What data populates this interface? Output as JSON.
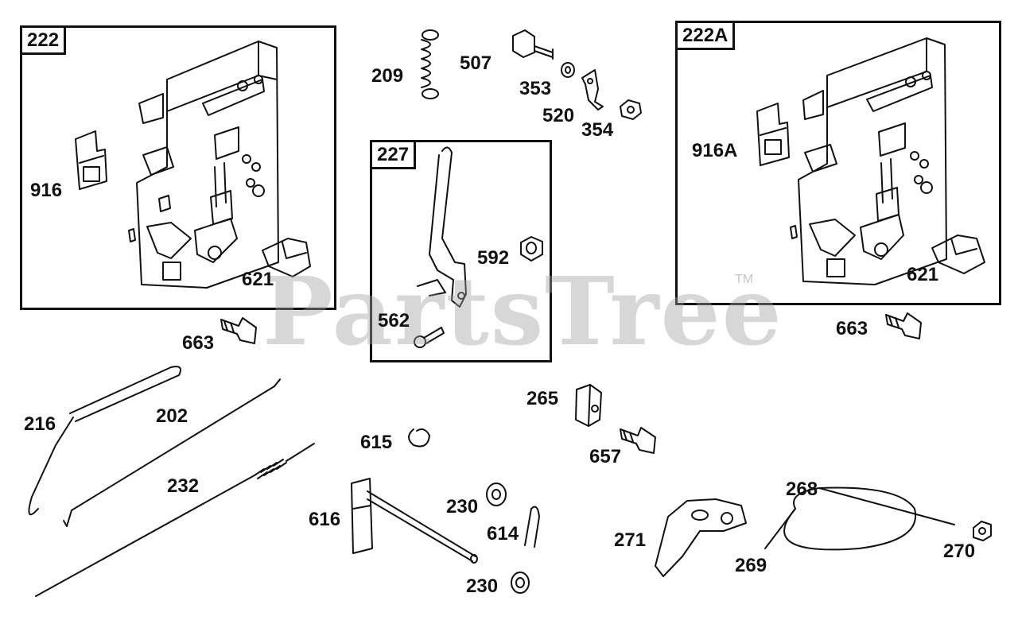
{
  "watermark": {
    "text": "PartsTree",
    "tm": "TM"
  },
  "boxes": {
    "b222": "222",
    "b227": "227",
    "b222A": "222A"
  },
  "callouts": {
    "c209": "209",
    "c507": "507",
    "c353": "353",
    "c520": "520",
    "c354": "354",
    "c916": "916",
    "c621a": "621",
    "c663a": "663",
    "c592": "592",
    "c562": "562",
    "c916A": "916A",
    "c621b": "621",
    "c663b": "663",
    "c216": "216",
    "c202": "202",
    "c232": "232",
    "c615": "615",
    "c616": "616",
    "c230a": "230",
    "c614": "614",
    "c230b": "230",
    "c265": "265",
    "c657": "657",
    "c271": "271",
    "c268": "268",
    "c269": "269",
    "c270": "270"
  }
}
